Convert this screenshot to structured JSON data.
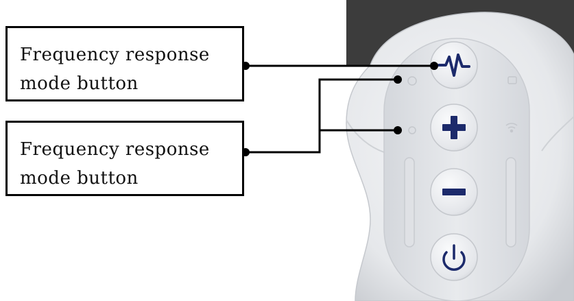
{
  "callouts": [
    {
      "line1": "Frequency response",
      "line2": "mode button"
    },
    {
      "line1": "Frequency response",
      "line2": "mode button"
    }
  ],
  "device": {
    "buttons": [
      {
        "icon": "waveform-icon"
      },
      {
        "icon": "plus-icon"
      },
      {
        "icon": "minus-icon"
      },
      {
        "icon": "power-icon"
      }
    ],
    "indicators": [
      "led-indicator-left-top",
      "led-indicator-right-top",
      "led-indicator-left-mid",
      "wifi-indicator"
    ]
  },
  "colors": {
    "icon": "#1c2a6b",
    "leader": "#000000",
    "body": "#e9ebee",
    "panel": "#dcdfe3",
    "dark_top": "#3c3c3c"
  }
}
